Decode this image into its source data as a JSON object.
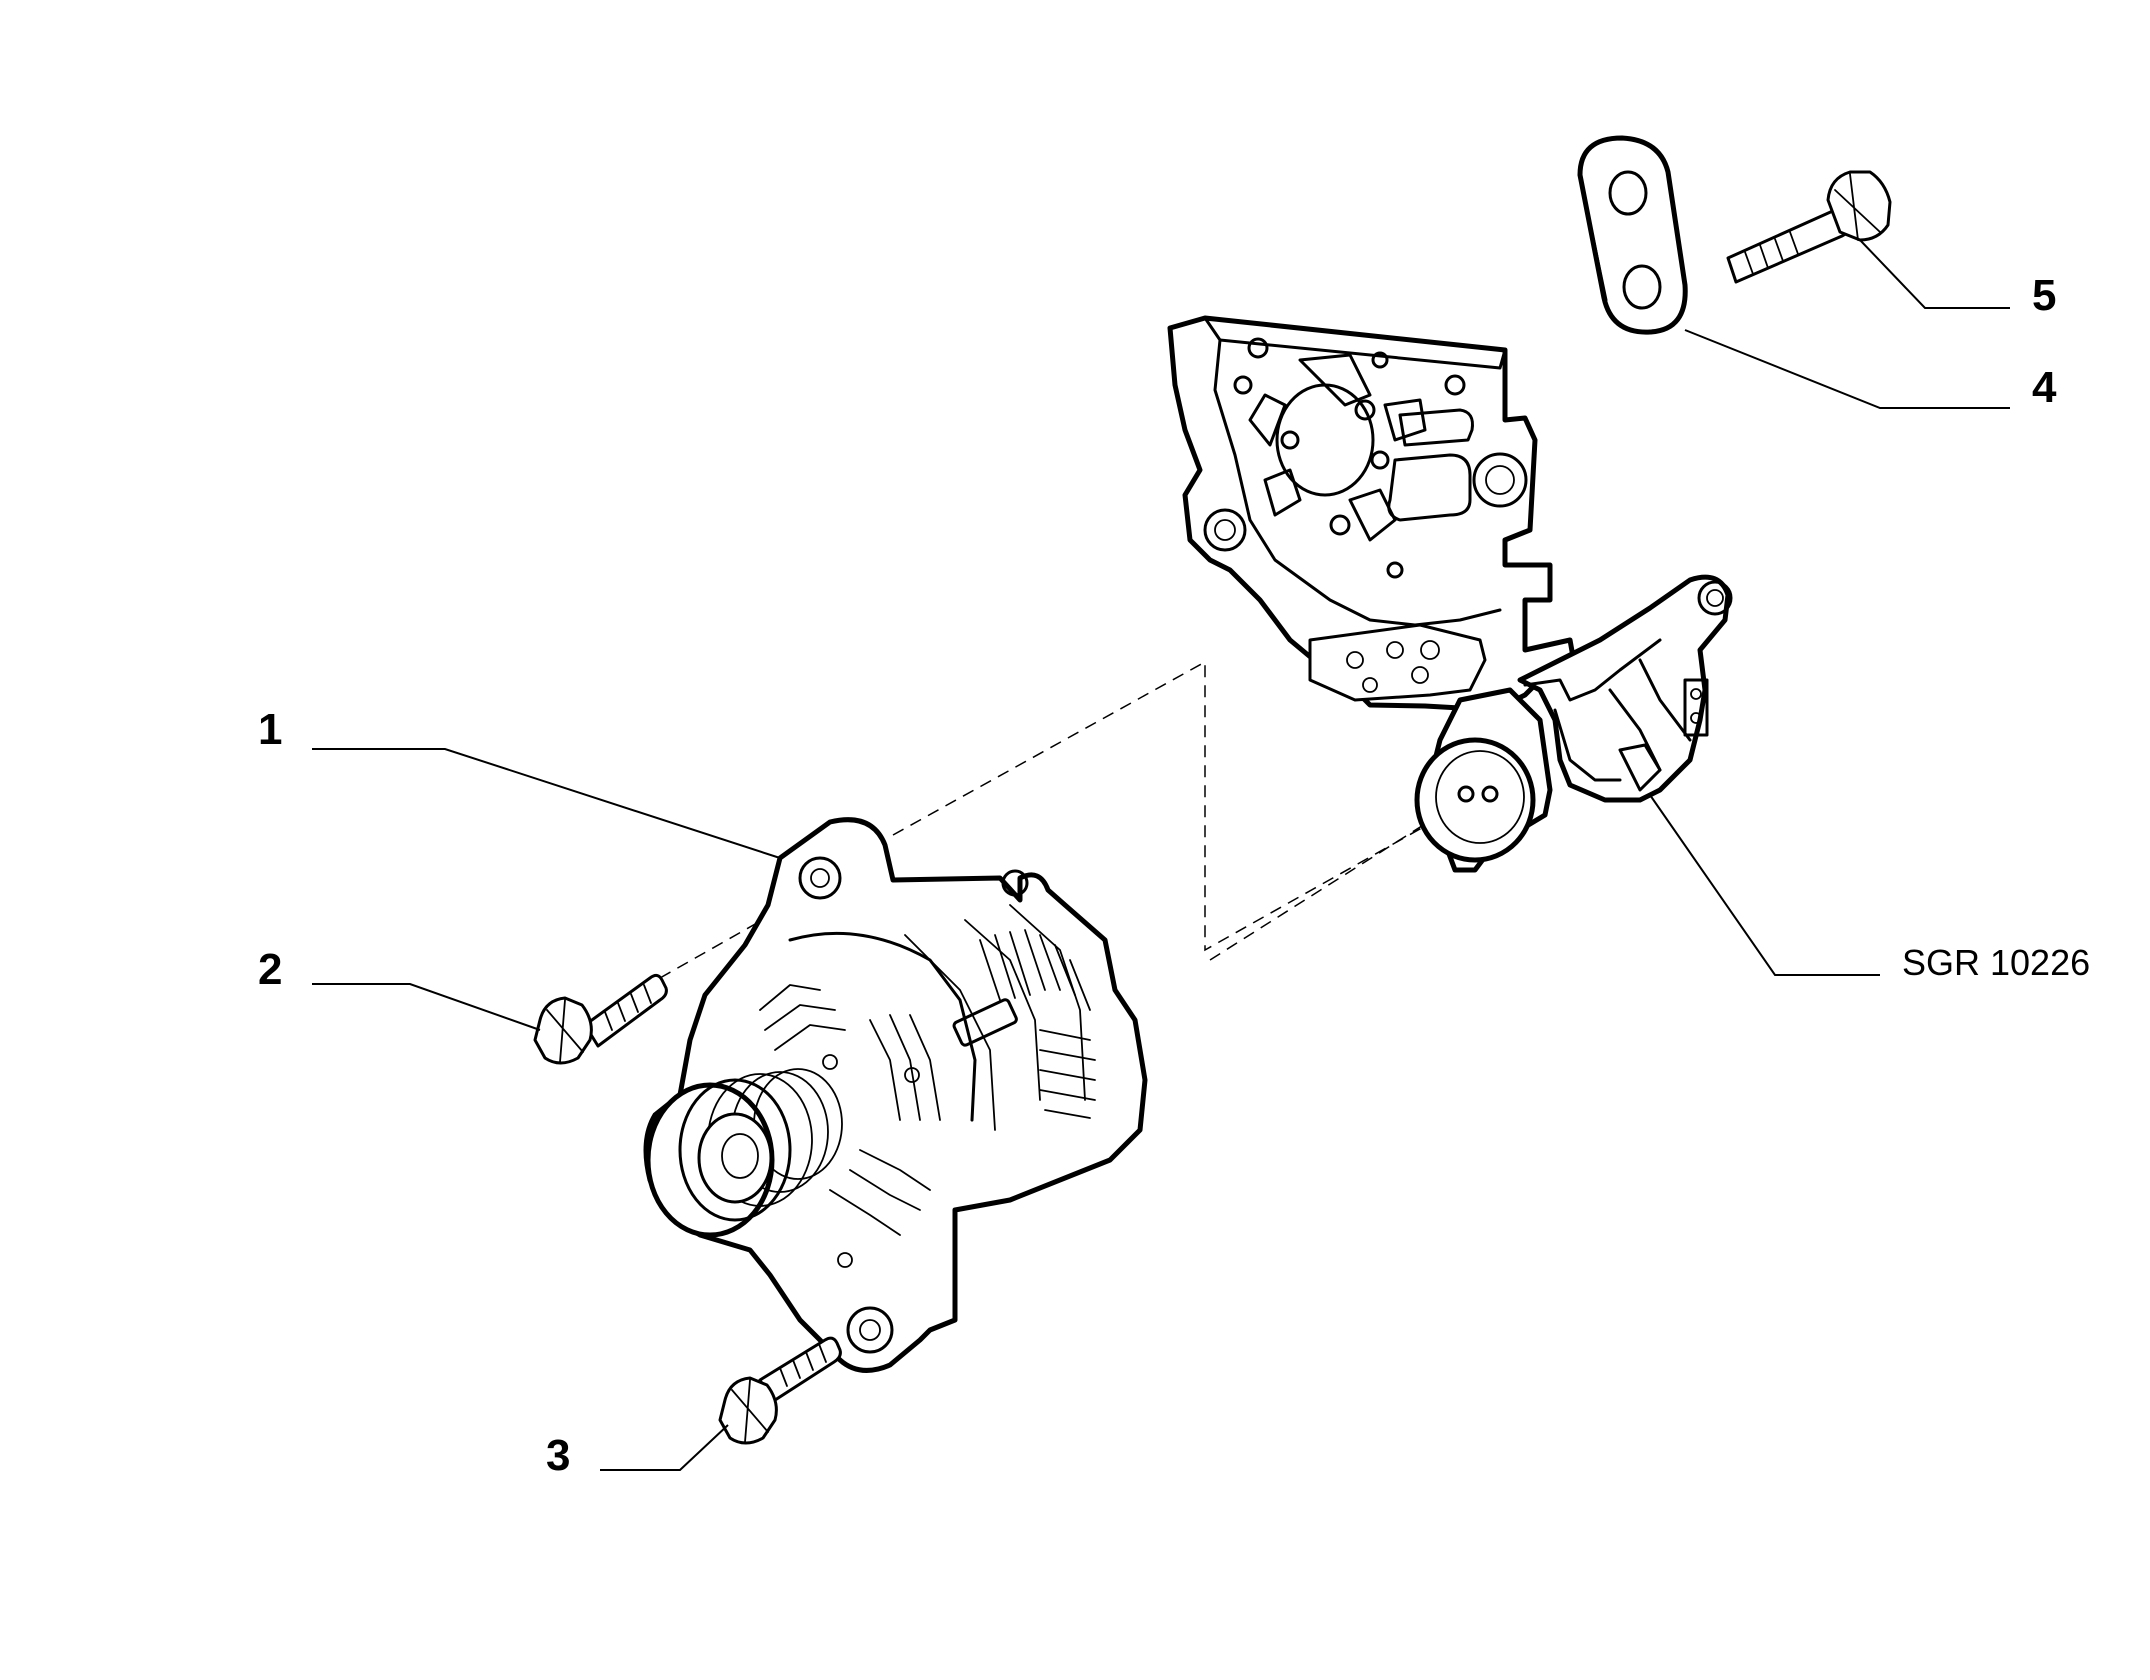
{
  "diagram": {
    "reference_code": "SGR 10226",
    "callouts": [
      {
        "id": "1",
        "label": "1"
      },
      {
        "id": "2",
        "label": "2"
      },
      {
        "id": "3",
        "label": "3"
      },
      {
        "id": "4",
        "label": "4"
      },
      {
        "id": "5",
        "label": "5"
      }
    ]
  }
}
